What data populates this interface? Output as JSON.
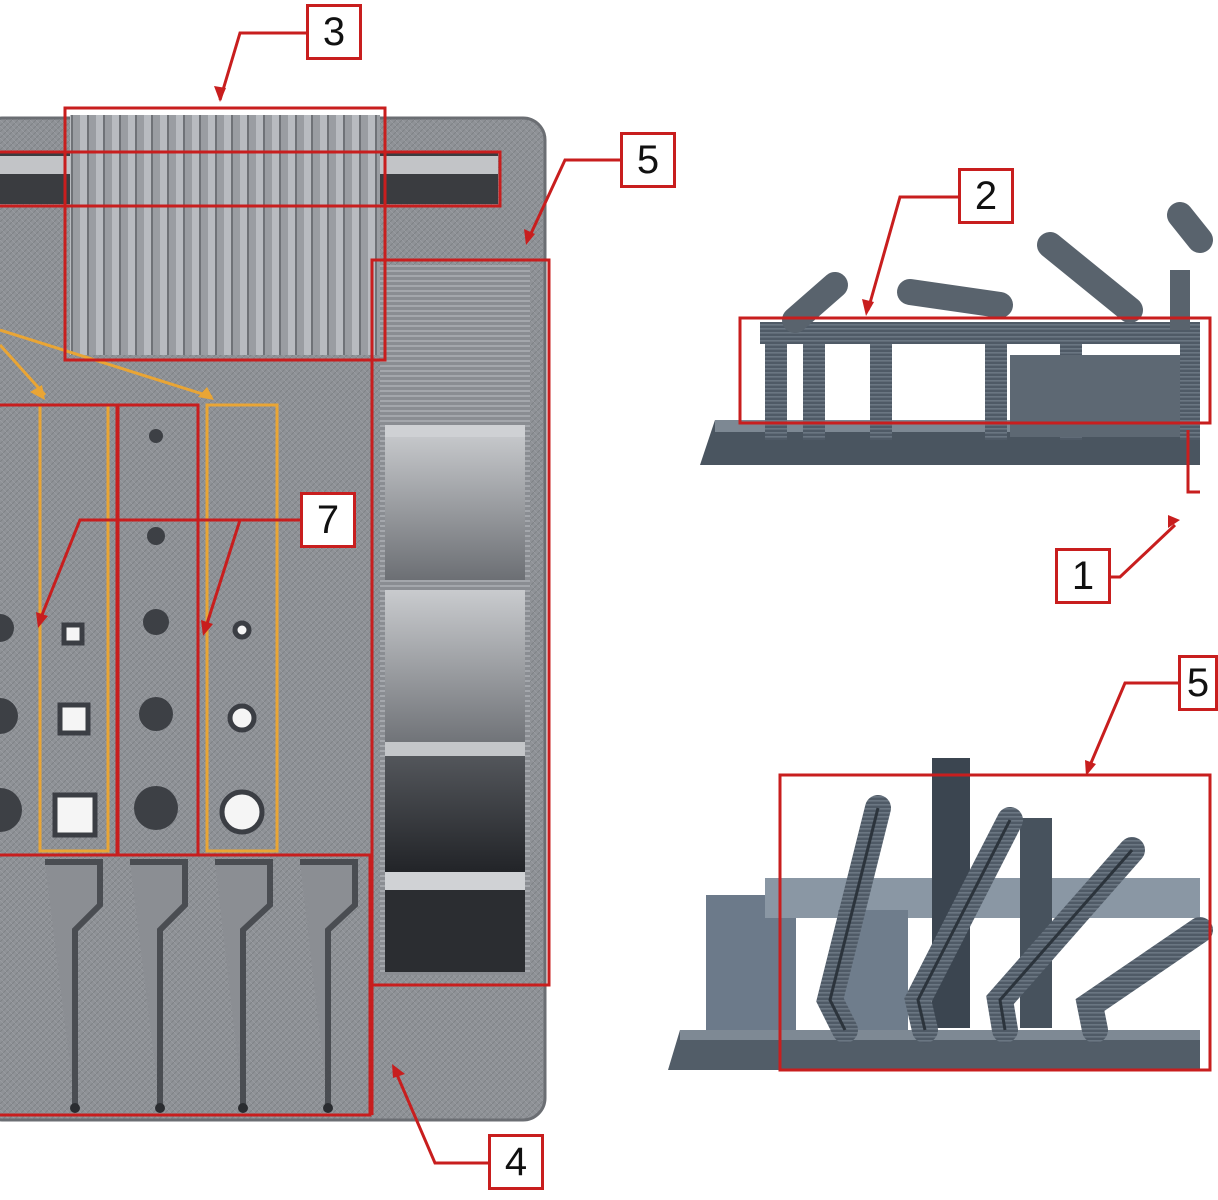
{
  "figure": {
    "colors": {
      "callout_red": "#c81e1e",
      "highlight_orange": "#e9a535",
      "print_gray": "#8c8f94",
      "dark_gray": "#3b3e44",
      "background": "#ffffff"
    },
    "labels": {
      "label_1": "1",
      "label_2": "2",
      "label_3": "3",
      "label_4": "4",
      "label_5_top": "5",
      "label_5_bottom": "5",
      "label_7": "7"
    },
    "panels": [
      "main-test-plate-top-view",
      "bridge-test-side-view",
      "overhang-test-side-view"
    ]
  }
}
